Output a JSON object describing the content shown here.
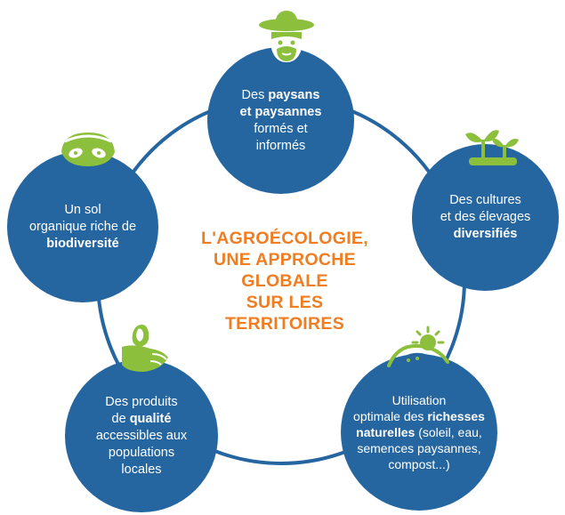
{
  "colors": {
    "node_fill": "#2566a0",
    "ring": "#2566a0",
    "title": "#ef7d22",
    "icon": "#8bbf3c"
  },
  "title": {
    "lines": [
      "L'AGROÉCOLOGIE,",
      "UNE APPROCHE",
      "GLOBALE",
      "SUR LES",
      "TERRITOIRES"
    ]
  },
  "nodes": {
    "farmers": {
      "icon": "farmer-hat-icon",
      "lines": [
        {
          "a": "Des ",
          "b": "paysans",
          "c": ""
        },
        {
          "a": "",
          "b": "et paysannes",
          "c": ""
        },
        {
          "a": "formés et",
          "b": "",
          "c": ""
        },
        {
          "a": "informés",
          "b": "",
          "c": ""
        }
      ]
    },
    "crops": {
      "icon": "sprouts-icon",
      "lines": [
        {
          "a": "Des cultures",
          "b": "",
          "c": ""
        },
        {
          "a": "et des élevages",
          "b": "",
          "c": ""
        },
        {
          "a": "",
          "b": "diversifiés",
          "c": ""
        }
      ]
    },
    "resources": {
      "icon": "sun-hill-icon",
      "lines": [
        {
          "a": "Utilisation",
          "b": "",
          "c": ""
        },
        {
          "a": "optimale des ",
          "b": "richesses",
          "c": ""
        },
        {
          "a": "",
          "b": "naturelles",
          "c": " (soleil, eau,"
        },
        {
          "a": "semences paysannes,",
          "b": "",
          "c": ""
        },
        {
          "a": "compost...)",
          "b": "",
          "c": ""
        }
      ]
    },
    "products": {
      "icon": "hand-produce-icon",
      "lines": [
        {
          "a": "Des produits",
          "b": "",
          "c": ""
        },
        {
          "a": "de ",
          "b": "qualité",
          "c": ""
        },
        {
          "a": "accessibles aux",
          "b": "",
          "c": ""
        },
        {
          "a": "populations",
          "b": "",
          "c": ""
        },
        {
          "a": "locales",
          "b": "",
          "c": ""
        }
      ]
    },
    "soil": {
      "icon": "soil-seeds-icon",
      "lines": [
        {
          "a": "Un sol",
          "b": "",
          "c": ""
        },
        {
          "a": "organique riche de",
          "b": "",
          "c": ""
        },
        {
          "a": "",
          "b": "biodiversité",
          "c": ""
        }
      ]
    }
  }
}
